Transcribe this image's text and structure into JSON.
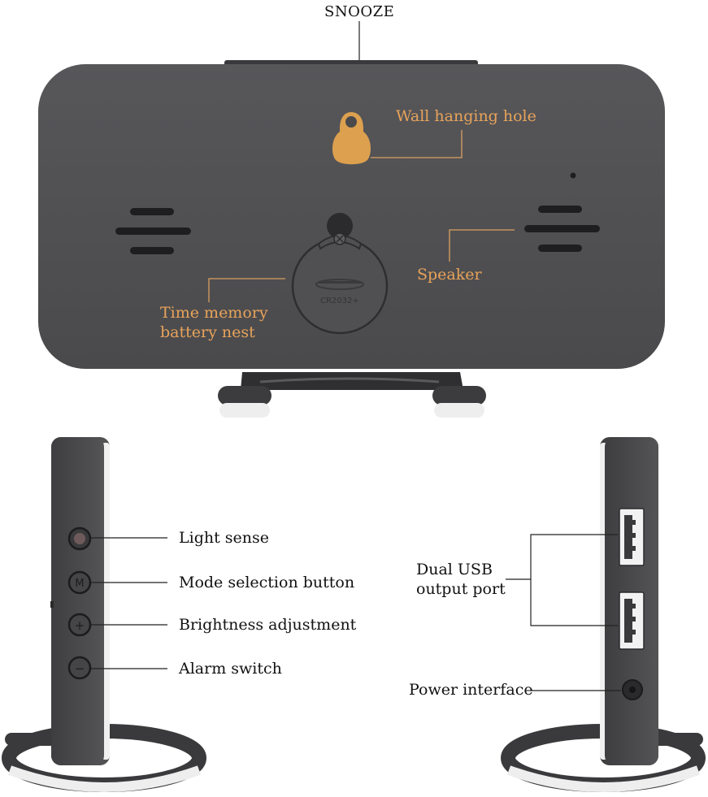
{
  "title": "SNOOZE",
  "back_panel": {
    "wall_hole": "Wall hanging hole",
    "speaker": "Speaker",
    "battery_line1": "Time memory",
    "battery_line2": "battery nest",
    "battery_cap_text": "CR2032+"
  },
  "left_side": {
    "light": "Light sense",
    "mode": "Mode selection button",
    "brightness": "Brightness adjustment",
    "alarm": "Alarm switch",
    "mode_symbol": "M",
    "brightness_symbol": "+",
    "alarm_symbol": "−"
  },
  "right_side": {
    "usb_line1": "Dual USB",
    "usb_line2": "output port",
    "power": "Power interface"
  },
  "colors": {
    "body": "#4d4d4f",
    "accent": "#e8a35a",
    "base": "#3c3c3e"
  }
}
